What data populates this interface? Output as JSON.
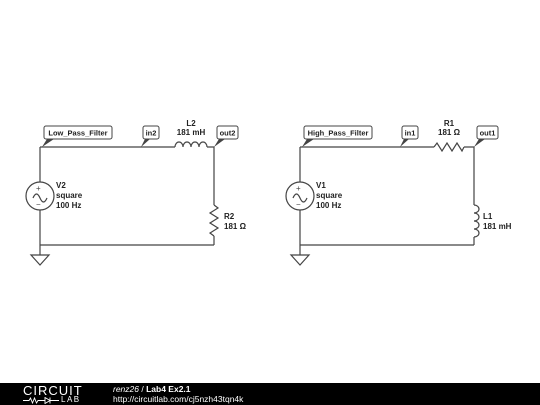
{
  "circuits": {
    "low_pass": {
      "tag": "Low_Pass_Filter",
      "in_label": "in2",
      "out_label": "out2",
      "inductor": {
        "name": "L2",
        "value": "181 mH"
      },
      "resistor": {
        "name": "R2",
        "value": "181 Ω"
      },
      "source": {
        "name": "V2",
        "wave": "square",
        "freq": "100 Hz"
      }
    },
    "high_pass": {
      "tag": "High_Pass_Filter",
      "in_label": "in1",
      "out_label": "out1",
      "resistor": {
        "name": "R1",
        "value": "181 Ω"
      },
      "inductor": {
        "name": "L1",
        "value": "181 mH"
      },
      "source": {
        "name": "V1",
        "wave": "square",
        "freq": "100 Hz"
      }
    }
  },
  "footer": {
    "logo_top": "CIRCUIT",
    "logo_bottom": "LAB",
    "author": "renz26",
    "separator": " / ",
    "title": "Lab4 Ex2.1",
    "url": "http://circuitlab.com/cj5nzh43tqn4k"
  }
}
